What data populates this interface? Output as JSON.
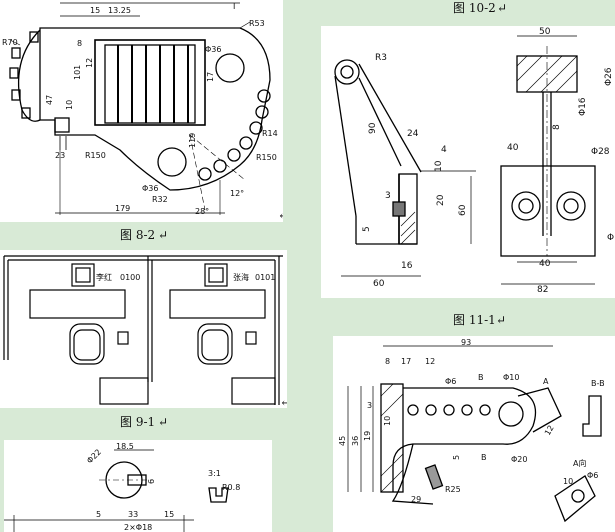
{
  "captions": {
    "fig_10_2": "图 10-2",
    "fig_8_2": "图 8-2",
    "fig_11_1": "图 11-1",
    "fig_9_1": "图 9-1",
    "para_mark": "↵"
  },
  "fig8_2": {
    "dims": [
      "15",
      "13.25",
      "R53",
      "R70",
      "8",
      "Φ36",
      "101",
      "12",
      "47",
      "10",
      "23",
      "R150",
      "17",
      "119",
      "R14",
      "R150",
      "Φ36",
      "R32",
      "12°",
      "28°",
      "179",
      "I"
    ]
  },
  "fig10_2": {
    "dims": [
      "R3",
      "90",
      "24",
      "4",
      "10",
      "3",
      "20",
      "60",
      "5",
      "16",
      "60",
      "50",
      "Φ26",
      "Φ16",
      "8",
      "40",
      "Φ28",
      "40",
      "82",
      "Φ"
    ]
  },
  "fig9_1": {
    "names": [
      "李红",
      "0100",
      "张海",
      "0101"
    ]
  },
  "fig11_1": {
    "dims": [
      "93",
      "8",
      "17",
      "12",
      "Φ6",
      "Φ10",
      "B",
      "A",
      "B-B",
      "3",
      "45",
      "36",
      "19",
      "10",
      "5",
      "B",
      "Φ20",
      "12",
      "R25",
      "29",
      "A向",
      "Φ6",
      "10"
    ]
  },
  "fig_bottom": {
    "dims": [
      "18.5",
      "Φ22",
      "6",
      "3:1",
      "R0.8",
      "5",
      "33",
      "15",
      "2×Φ18"
    ]
  }
}
